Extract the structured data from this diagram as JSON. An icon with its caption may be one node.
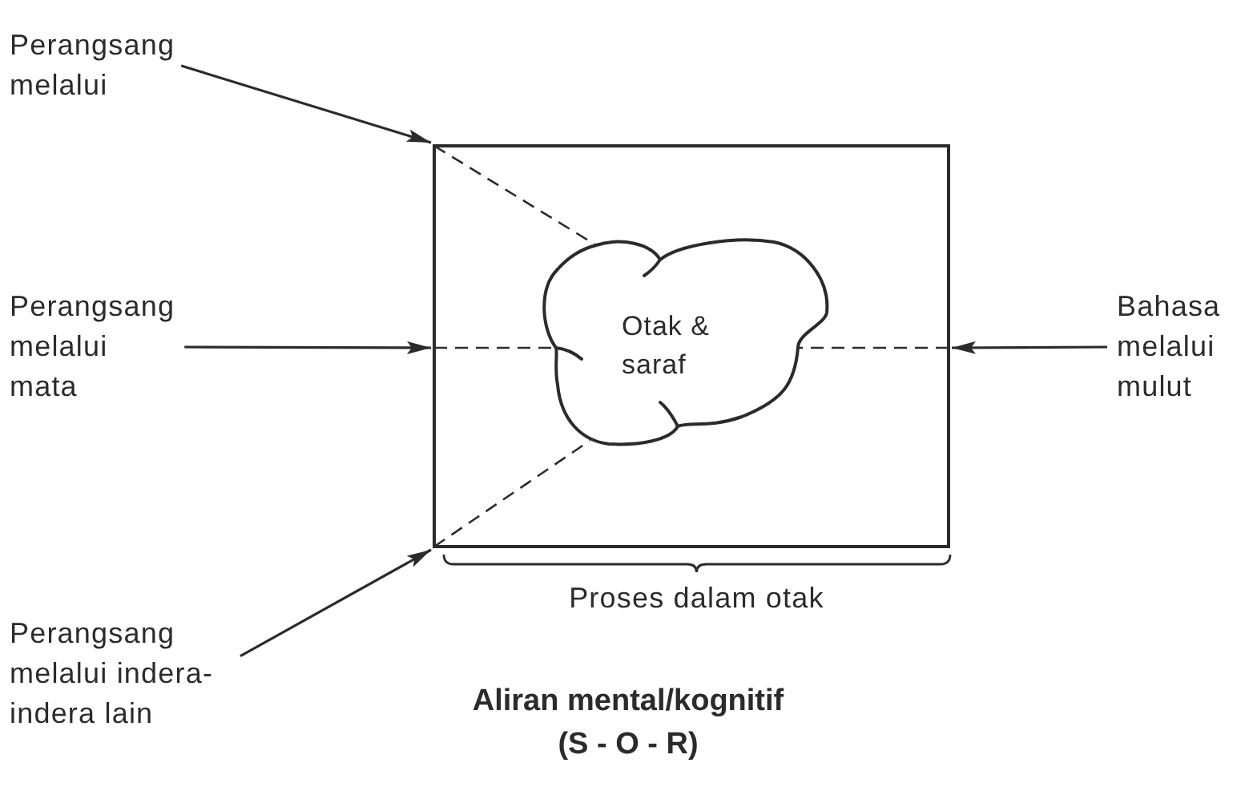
{
  "diagram": {
    "caption": "Aliran mental/kognitif (S - O - R)",
    "nodes": [
      {
        "text": [
          "Perangsang melalui"
        ]
      },
      {
        "text": [
          "Perangsang melalui mata"
        ]
      },
      {
        "text": [],
        "shape": "box",
        "beside": [
          "Proses dalam otak"
        ]
      },
      {
        "text": [
          "Otak & saraf"
        ],
        "in": 2
      },
      {
        "text": [
          "Bahasa melalui mulut"
        ]
      },
      {
        "text": [
          "Perangsang melalui indera-indera lain"
        ]
      }
    ],
    "edges": [
      {
        "from": 0,
        "to": 2,
        "arrow": "to"
      },
      {
        "from": 1,
        "to": 2,
        "arrow": "to"
      },
      {
        "from": 4,
        "to": 2,
        "arrow": "to"
      },
      {
        "from": 5,
        "to": 2,
        "arrow": "to"
      },
      {
        "from": 2,
        "to": 3,
        "arrow": "none",
        "style": "dashed"
      },
      {
        "from": 2,
        "to": 3,
        "arrow": "none",
        "style": "dashed"
      },
      {
        "from": 2,
        "to": 3,
        "arrow": "none",
        "style": "dashed"
      },
      {
        "from": 2,
        "to": 3,
        "arrow": "none",
        "style": "dashed"
      }
    ]
  }
}
